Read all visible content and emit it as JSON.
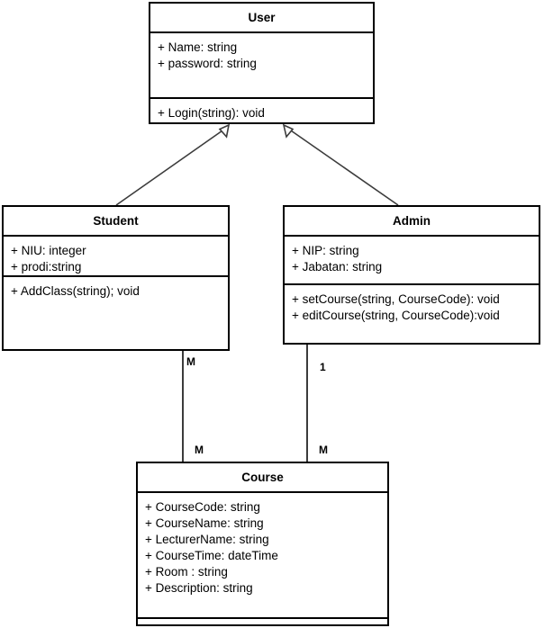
{
  "diagram": {
    "kind": "uml-class-diagram",
    "title": "",
    "background_color": "#ffffff",
    "line_color": "#3c3c3c",
    "border_color": "#000000",
    "text_color": "#000000"
  },
  "classes": {
    "user": {
      "name": "User",
      "attributes": [
        "+ Name: string",
        "+ password: string"
      ],
      "operations": [
        "+ Login(string): void"
      ]
    },
    "student": {
      "name": "Student",
      "attributes": [
        "+ NIU: integer",
        "+ prodi:string"
      ],
      "operations": [
        "+ AddClass(string); void"
      ]
    },
    "admin": {
      "name": "Admin",
      "attributes": [
        "+ NIP: string",
        "+ Jabatan: string"
      ],
      "operations": [
        "+ setCourse(string, CourseCode): void",
        "+ editCourse(string, CourseCode):void"
      ]
    },
    "course": {
      "name": "Course",
      "attributes": [
        "+ CourseCode: string",
        "+ CourseName: string",
        "+ LecturerName: string",
        "+ CourseTime: dateTime",
        "+ Room : string",
        "+ Description: string"
      ],
      "operations": []
    }
  },
  "relationships": {
    "student_generalizes_user": {
      "type": "generalization",
      "source": "Student",
      "target": "User"
    },
    "admin_generalizes_user": {
      "type": "generalization",
      "source": "Admin",
      "target": "User"
    },
    "student_course": {
      "type": "association",
      "source": "Student",
      "target": "Course",
      "source_multiplicity": "M",
      "target_multiplicity": "M"
    },
    "admin_course": {
      "type": "association",
      "source": "Admin",
      "target": "Course",
      "source_multiplicity": "1",
      "target_multiplicity": "M"
    }
  }
}
